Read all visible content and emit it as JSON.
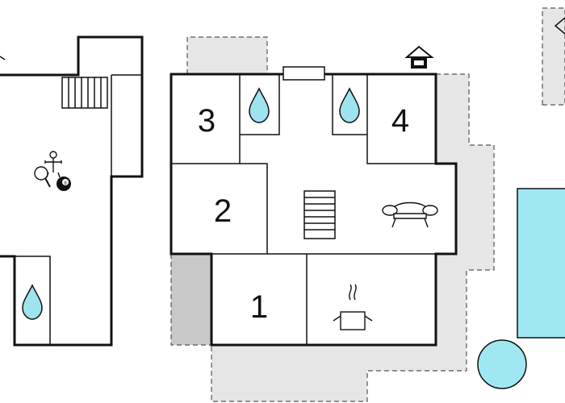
{
  "rooms": [
    {
      "number": "1"
    },
    {
      "number": "2"
    },
    {
      "number": "3"
    },
    {
      "number": "4"
    }
  ],
  "icons": {
    "bathroom": "water-drop-icon",
    "stairs": "stairs-icon",
    "living": "sofa-icon",
    "kitchen": "cooking-pot-icon",
    "games": "table-games-icon",
    "entrance": "house-icon",
    "north": "north-arrow-icon"
  },
  "colors": {
    "walls": "#111111",
    "outdoor": "#e6e6e6",
    "water": "#9fe3ee",
    "pool": "#9fe8f2"
  }
}
